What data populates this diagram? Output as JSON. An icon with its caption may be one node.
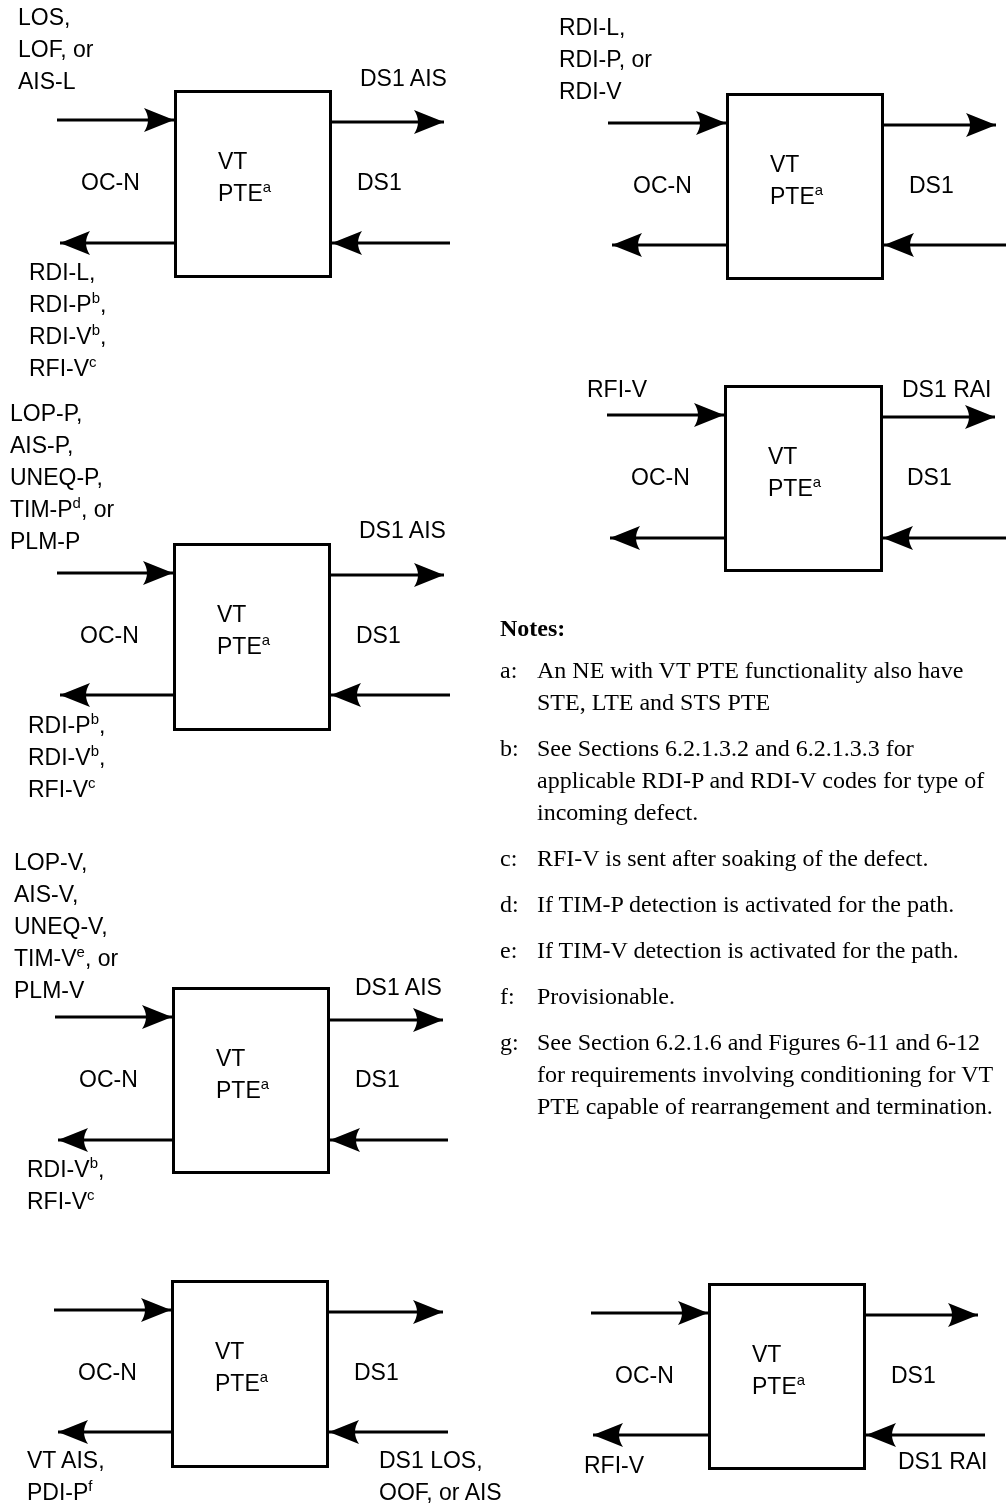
{
  "diagram": {
    "nodes": [
      {
        "text": [
          "VT PTE$^{a}$"
        ],
        "beside": [
          "OC-N",
          "DS1"
        ]
      },
      {
        "text": [
          "VT PTE$^{a}$"
        ],
        "beside": [
          "OC-N",
          "DS1"
        ]
      },
      {
        "text": [
          "VT PTE$^{a}$"
        ],
        "beside": [
          "OC-N",
          "DS1"
        ]
      },
      {
        "text": [
          "VT PTE$^{a}$"
        ],
        "beside": [
          "OC-N",
          "DS1"
        ]
      },
      {
        "text": [
          "VT PTE$^{a}$"
        ],
        "beside": [
          "OC-N",
          "DS1"
        ]
      },
      {
        "text": [
          "VT PTE$^{a}$"
        ],
        "beside": [
          "OC-N",
          "DS1"
        ]
      },
      {
        "text": [
          "VT PTE$^{a}$"
        ],
        "beside": [
          "OC-N",
          "DS1"
        ]
      }
    ],
    "edges": [
      {
        "from": null,
        "to": 0,
        "arrow": "to",
        "label": "LOS, LOF, or AIS-L"
      },
      {
        "from": 0,
        "to": null,
        "arrow": "to",
        "label": "DS1 AIS"
      },
      {
        "from": 0,
        "to": null,
        "arrow": "to",
        "label": "RDI-L, RDI-P$^{b}$, RDI-V$^{b}$, RFI-V$^{c}$"
      },
      {
        "from": null,
        "to": 0,
        "arrow": "to"
      },
      {
        "from": null,
        "to": 1,
        "arrow": "to",
        "label": "LOP-P, AIS-P, UNEQ-P, TIM-P$^{d}$, or PLM-P"
      },
      {
        "from": 1,
        "to": null,
        "arrow": "to",
        "label": "DS1 AIS"
      },
      {
        "from": 1,
        "to": null,
        "arrow": "to",
        "label": "RDI-P$^{b}$, RDI-V$^{b}$, RFI-V$^{c}$"
      },
      {
        "from": null,
        "to": 1,
        "arrow": "to"
      },
      {
        "from": null,
        "to": 2,
        "arrow": "to",
        "label": "LOP-V, AIS-V, UNEQ-V, TIM-V$^{e}$, or PLM-V"
      },
      {
        "from": 2,
        "to": null,
        "arrow": "to",
        "label": "DS1 AIS"
      },
      {
        "from": 2,
        "to": null,
        "arrow": "to",
        "label": "RDI-V$^{b}$, RFI-V$^{c}$"
      },
      {
        "from": null,
        "to": 2,
        "arrow": "to"
      },
      {
        "from": null,
        "to": 3,
        "arrow": "to"
      },
      {
        "from": 3,
        "to": null,
        "arrow": "to"
      },
      {
        "from": 3,
        "to": null,
        "arrow": "to",
        "label": "VT AIS, PDI-P$^{f}$"
      },
      {
        "from": null,
        "to": 3,
        "arrow": "to",
        "label": "DS1 LOS, OOF, or AIS"
      },
      {
        "from": null,
        "to": 4,
        "arrow": "to",
        "label": "RDI-L, RDI-P, or RDI-V"
      },
      {
        "from": 4,
        "to": null,
        "arrow": "to"
      },
      {
        "from": 4,
        "to": null,
        "arrow": "to"
      },
      {
        "from": null,
        "to": 4,
        "arrow": "to"
      },
      {
        "from": null,
        "to": 5,
        "arrow": "to",
        "label": "RFI-V"
      },
      {
        "from": 5,
        "to": null,
        "arrow": "to",
        "label": "DS1 RAI"
      },
      {
        "from": 5,
        "to": null,
        "arrow": "to"
      },
      {
        "from": null,
        "to": 5,
        "arrow": "to"
      },
      {
        "from": null,
        "to": 6,
        "arrow": "to"
      },
      {
        "from": 6,
        "to": null,
        "arrow": "to"
      },
      {
        "from": 6,
        "to": null,
        "arrow": "to",
        "label": "RFI-V"
      },
      {
        "from": null,
        "to": 6,
        "arrow": "to",
        "label": "DS1 RAI"
      }
    ],
    "labels": [
      "Notes:",
      "a:",
      "An NE with VT PTE functionality also have STE, LTE and STS PTE",
      "b:",
      "See Sections 6.2.1.3.2 and 6.2.1.3.3 for applicable RDI-P and RDI-V codes for type of incoming defect.",
      "c:",
      "RFI-V is sent after soaking of the defect.",
      "d:",
      "If TIM-P detection is activated for the path.",
      "e:",
      "If TIM-V detection is activated for the path.",
      "f:",
      "Provisionable.",
      "g:",
      "See Section 6.2.1.6 and Figures 6-11 and 6-12 for requirements involving conditioning for VT PTE capable of rearrangement and termination."
    ]
  }
}
